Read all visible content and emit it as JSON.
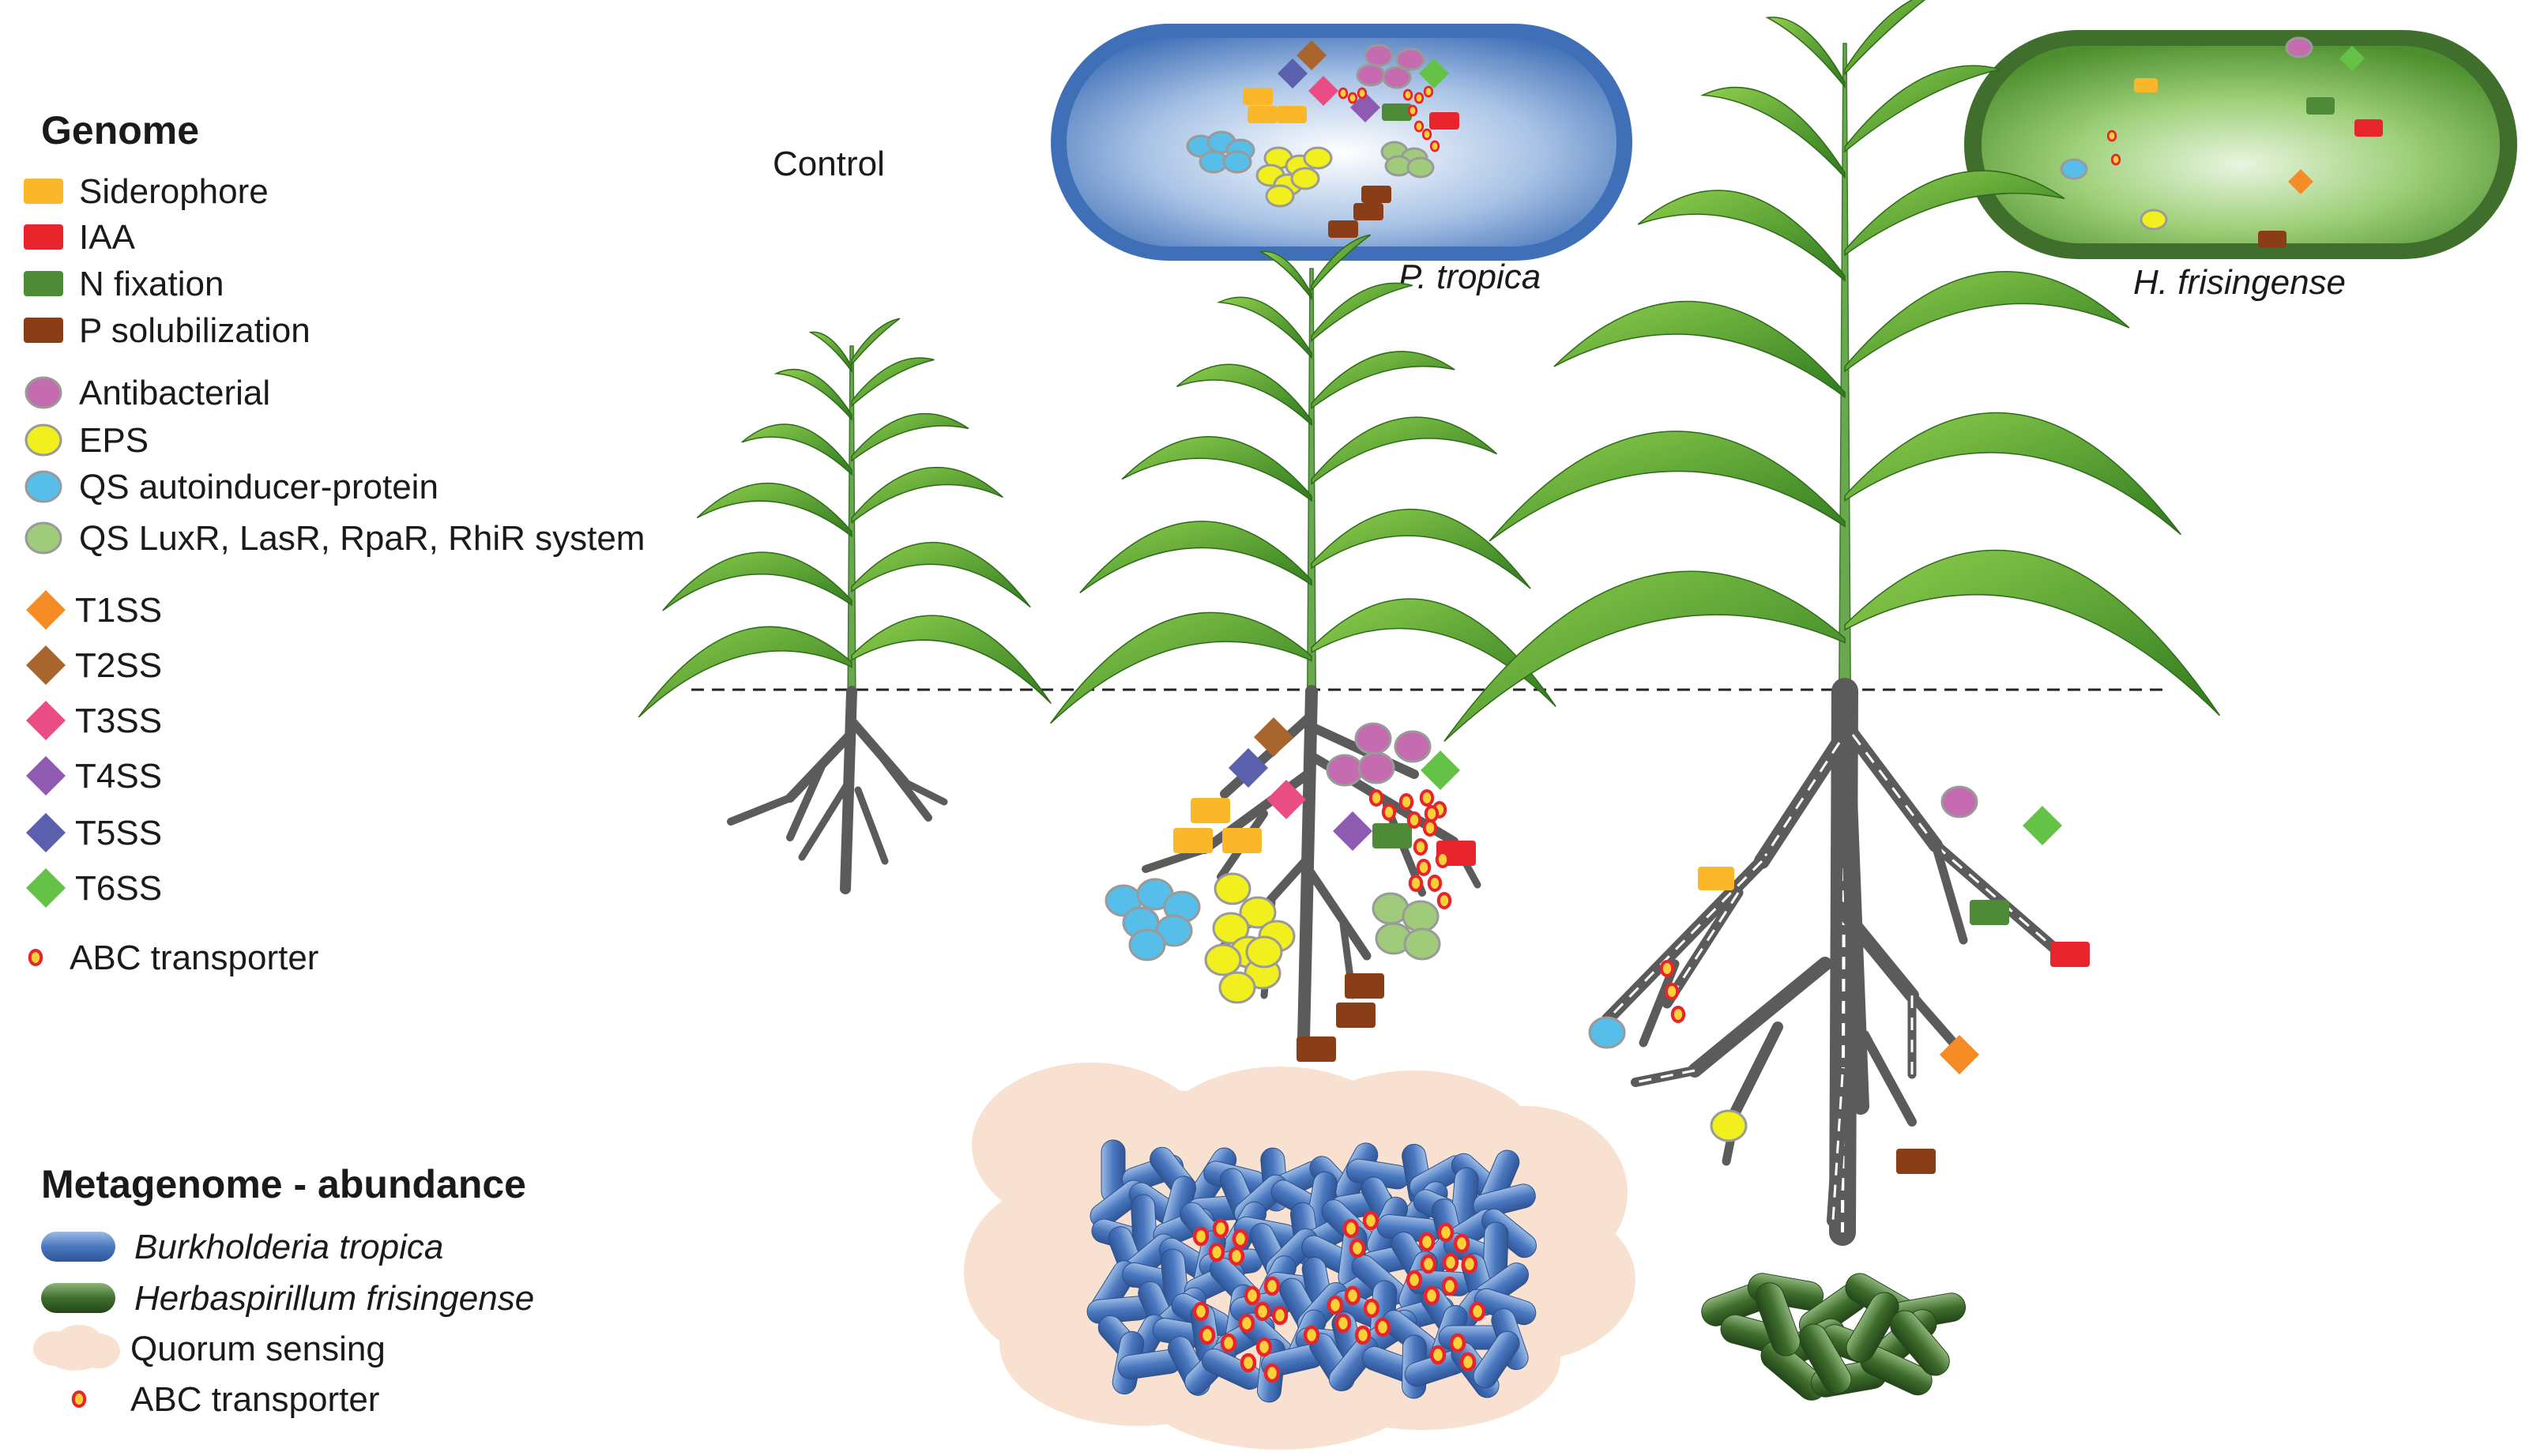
{
  "legend": {
    "genome_title": "Genome",
    "genome_items": [
      {
        "label": "Siderophore",
        "shape": "rect",
        "color": "#fbb72a"
      },
      {
        "label": "IAA",
        "shape": "rect",
        "color": "#e8242c"
      },
      {
        "label": "N fixation",
        "shape": "rect",
        "color": "#4e8a37"
      },
      {
        "label": "P solubilization",
        "shape": "rect",
        "color": "#8a3d17"
      },
      {
        "label": "Antibacterial",
        "shape": "oval",
        "color": "#c56bb0"
      },
      {
        "label": "EPS",
        "shape": "oval",
        "color": "#f2ef1e"
      },
      {
        "label": "QS autoinducer-protein",
        "shape": "oval",
        "color": "#57bde9"
      },
      {
        "label": "QS LuxR, LasR, RpaR, RhiR system",
        "shape": "oval",
        "color": "#9fcb7a"
      },
      {
        "label": "T1SS",
        "shape": "diamond",
        "color": "#f58c26"
      },
      {
        "label": "T2SS",
        "shape": "diamond",
        "color": "#a8662e"
      },
      {
        "label": "T3SS",
        "shape": "diamond",
        "color": "#ea4c84"
      },
      {
        "label": "T4SS",
        "shape": "diamond",
        "color": "#8f5bb1"
      },
      {
        "label": "T5SS",
        "shape": "diamond",
        "color": "#5a5fae"
      },
      {
        "label": "T6SS",
        "shape": "diamond",
        "color": "#64c347"
      },
      {
        "label": "ABC transporter",
        "shape": "ring",
        "color": "#e8242c"
      }
    ],
    "metagenome_title": "Metagenome - abundance",
    "metagenome_items": [
      {
        "label": "Burkholderia tropica",
        "shape": "bacterium-blue",
        "italic": true
      },
      {
        "label": "Herbaspirillum frisingense",
        "shape": "bacterium-green",
        "italic": true
      },
      {
        "label": "Quorum sensing",
        "shape": "cloud",
        "italic": false
      },
      {
        "label": "ABC transporter",
        "shape": "ring",
        "italic": false
      }
    ]
  },
  "labels": {
    "control": "Control",
    "p_tropica": "P. tropica",
    "h_frisingense": "H. frisingense"
  },
  "colors": {
    "siderophore": "#fbb72a",
    "iaa": "#e8242c",
    "n_fixation": "#4e8a37",
    "p_solubilization": "#8a3d17",
    "antibacterial": "#c56bb0",
    "eps": "#f2ef1e",
    "qs_autoinducer": "#57bde9",
    "qs_luxr": "#9fcb7a",
    "t1ss": "#f58c26",
    "t2ss": "#a8662e",
    "t3ss": "#ea4c84",
    "t4ss": "#8f5bb1",
    "t5ss": "#5a5fae",
    "t6ss": "#64c347",
    "root": "#5b5b5b",
    "leaf": "#4b9d2a",
    "blue_bacterium": "#3f6fb6",
    "green_bacterium": "#3f6e2d",
    "quorum_cloud": "#f8e1d0"
  }
}
